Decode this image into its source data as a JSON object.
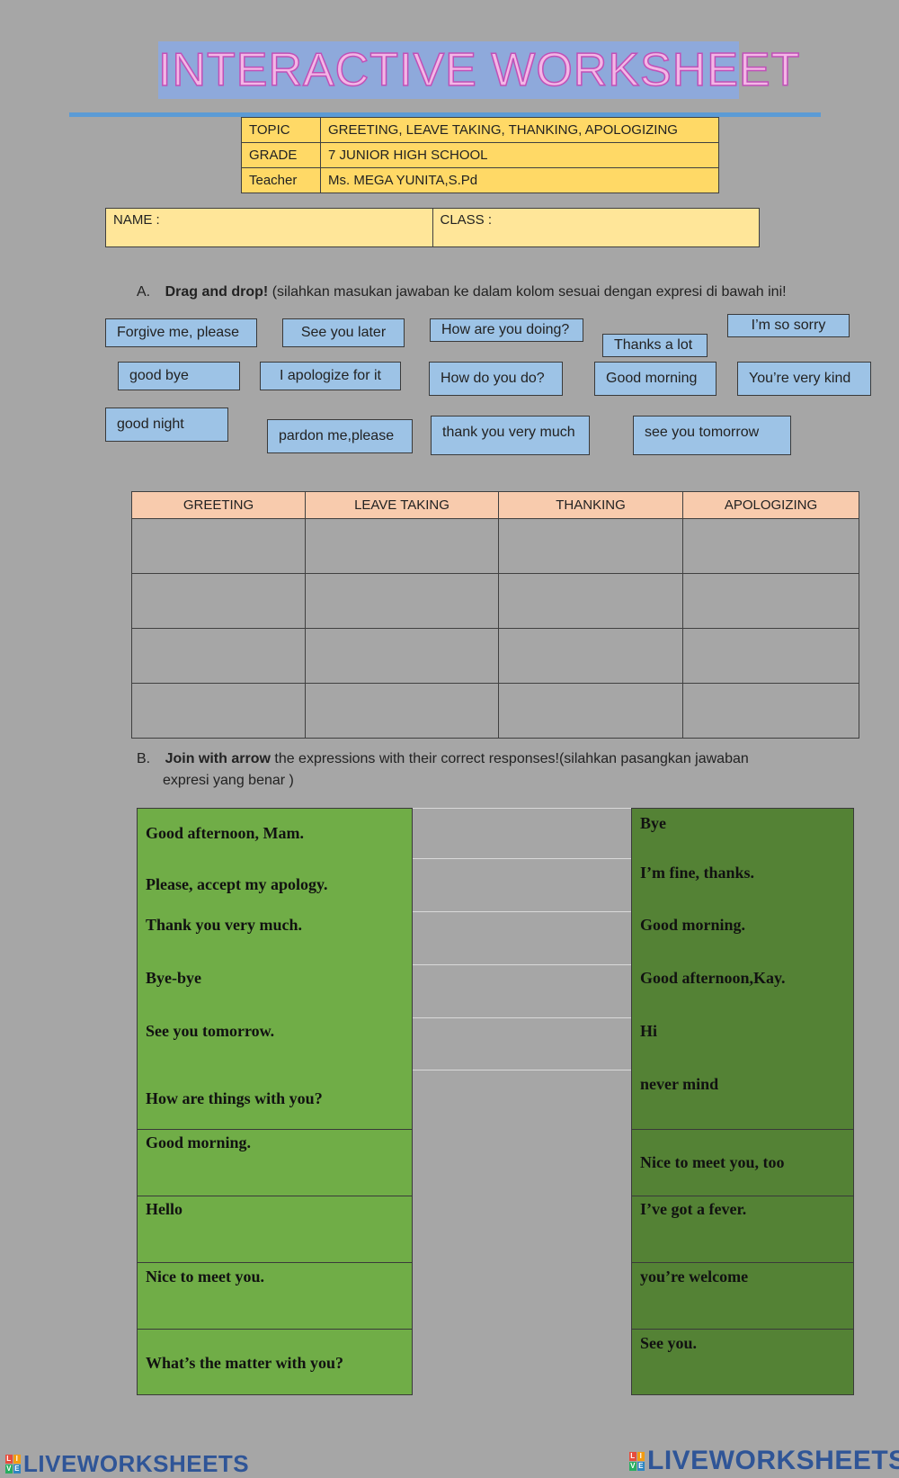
{
  "title": "INTERACTIVE WORKSHEET",
  "info": [
    {
      "label": "TOPIC",
      "value": "GREETING, LEAVE TAKING, THANKING, APOLOGIZING"
    },
    {
      "label": "GRADE",
      "value": "7 JUNIOR HIGH SCHOOL"
    },
    {
      "label": "Teacher",
      "value": "Ms. MEGA YUNITA,S.Pd"
    }
  ],
  "name_label": "NAME :",
  "class_label": "CLASS :",
  "section_a": {
    "marker": "A.",
    "bold": "Drag and drop!",
    "text": " (silahkan masukan jawaban ke dalam kolom sesuai dengan expresi di bawah ini!"
  },
  "chips": [
    "Forgive me, please",
    "See you later",
    "How are you doing?",
    "Thanks a lot",
    "I’m so sorry",
    "good bye",
    "I apologize for it",
    "How do you do?",
    "Good morning",
    "You’re very kind",
    "good night",
    "pardon me,please",
    "thank you very much",
    "see you tomorrow"
  ],
  "table_headers": [
    "GREETING",
    "LEAVE TAKING",
    "THANKING",
    "APOLOGIZING"
  ],
  "section_b": {
    "marker": "B.",
    "bold": "Join with arrow",
    "text": " the expressions with their correct responses!(silahkan pasangkan jawaban",
    "text2": "expresi yang benar )"
  },
  "left_expressions": [
    "Good afternoon, Mam.",
    "Please, accept my apology.",
    "Thank you very much.",
    "Bye-bye",
    "See you tomorrow.",
    "How are things with you?",
    "Good morning.",
    "Hello",
    "Nice to meet you.",
    "What’s the matter with you?"
  ],
  "right_expressions": [
    "Bye",
    "I’m fine, thanks.",
    "Good morning.",
    "Good afternoon,Kay.",
    "Hi",
    "never mind",
    "Nice to meet you, too",
    "I’ve got a fever.",
    "you’re welcome",
    "See you."
  ],
  "footer_brand": "LIVEWORKSHEETS",
  "logo_letters": [
    "L",
    "I",
    "V",
    "E"
  ],
  "colors": {
    "chip": "#9dc3e6",
    "left_col": "#70ad47",
    "right_col": "#548235",
    "header": "#f8cbad",
    "info": "#ffd966"
  }
}
